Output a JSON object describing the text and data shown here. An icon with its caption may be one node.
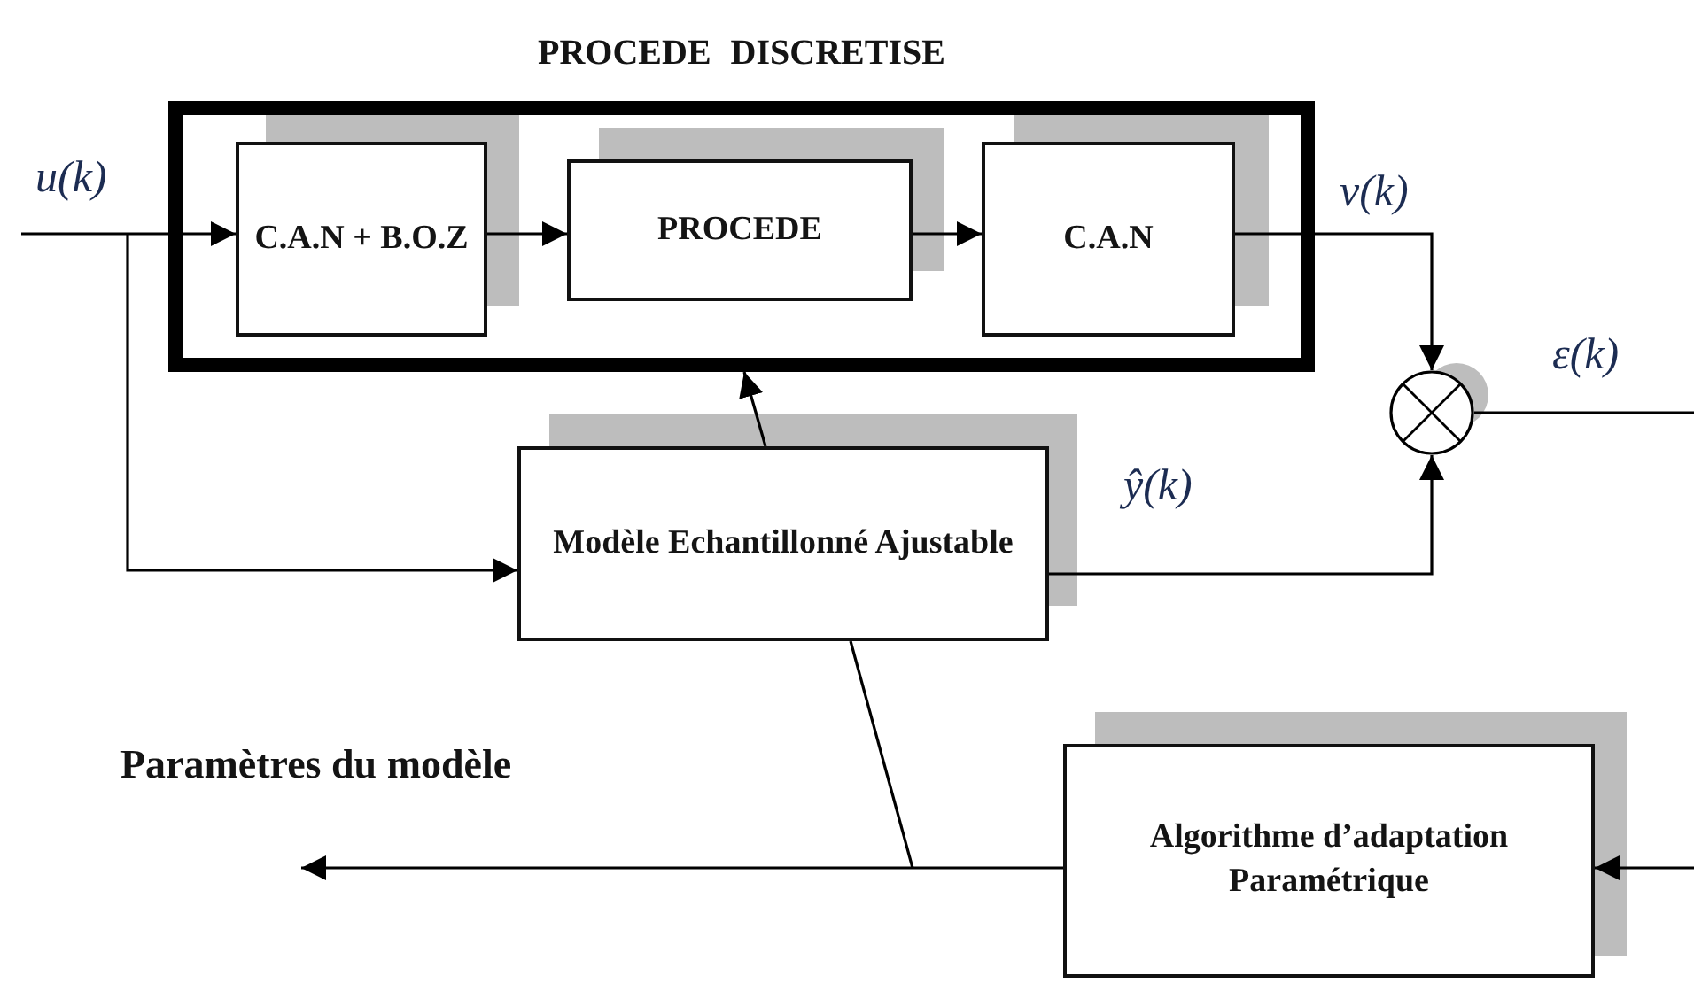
{
  "diagram": {
    "nodes": [
      {
        "text": [
          "PROCEDE DISCRETISE"
        ]
      },
      {
        "text": [
          "C.A.N + B.O.Z"
        ],
        "in": 0
      },
      {
        "text": [
          "PROCEDE"
        ],
        "in": 0
      },
      {
        "text": [
          "C.A.N"
        ],
        "in": 0
      },
      {
        "text": [
          "Modèle Echantillonné Ajustable"
        ]
      },
      {
        "text": [
          "Algorithme d’adaptation Paramétrique"
        ]
      },
      {
        "text": [],
        "shape": "circle"
      }
    ],
    "edges": [
      {
        "from": null,
        "to": 1,
        "arrow": "to",
        "label": "u(k)"
      },
      {
        "from": null,
        "to": 4,
        "arrow": "to"
      },
      {
        "from": 1,
        "to": 2,
        "arrow": "to"
      },
      {
        "from": 2,
        "to": 3,
        "arrow": "to"
      },
      {
        "from": 3,
        "to": 6,
        "arrow": "to",
        "label": "v(k)"
      },
      {
        "from": 4,
        "to": 0,
        "arrow": "to"
      },
      {
        "from": 4,
        "to": 6,
        "arrow": "to",
        "label": "ŷ(k)"
      },
      {
        "from": 6,
        "to": null,
        "arrow": "none",
        "label": "ε(k)"
      },
      {
        "from": null,
        "to": 5,
        "arrow": "to"
      },
      {
        "from": 5,
        "to": null,
        "arrow": "to",
        "label": "Paramètres du modèle"
      },
      {
        "from": 4,
        "to": null,
        "arrow": "none"
      }
    ]
  }
}
